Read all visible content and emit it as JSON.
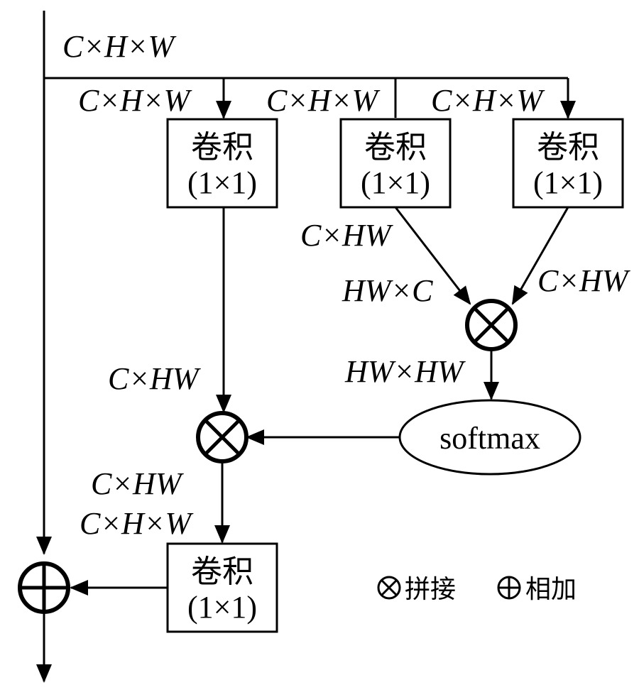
{
  "labels": {
    "input_dim": "C×H×W",
    "branch1_dim": "C×H×W",
    "branch2_dim": "C×H×W",
    "branch3_dim": "C×H×W",
    "branch2_out_dim": "C×HW",
    "branch2_transposed_dim": "HW×C",
    "branch3_out_dim": "C×HW",
    "attention_dim": "HW×HW",
    "branch1_out_dim": "C×HW",
    "mult2_out_dim": "C×HW",
    "reshaped_dim": "C×H×W"
  },
  "boxes": {
    "conv_line1": "卷积",
    "conv_line2": "(1×1)"
  },
  "softmax_label": "softmax",
  "legend": {
    "concat_label": "拼接",
    "add_label": "相加"
  }
}
